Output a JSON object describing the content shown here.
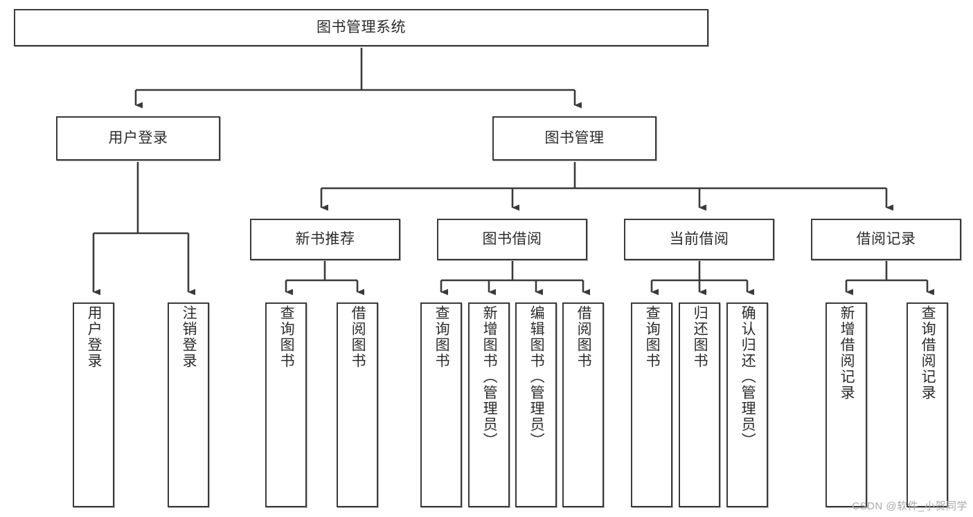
{
  "diagram": {
    "type": "tree-hierarchy-chart",
    "title": "图书管理系统",
    "line_color": "#3a3a3a",
    "box_fill": "#ffffff",
    "text_color": "#2b2b2b",
    "levels": {
      "level1": [
        {
          "id": "root",
          "label": "图书管理系统",
          "orientation": "horizontal"
        }
      ],
      "level2": [
        {
          "id": "user-login",
          "label": "用户登录",
          "orientation": "horizontal"
        },
        {
          "id": "book-manage",
          "label": "图书管理",
          "orientation": "horizontal"
        }
      ],
      "level3": [
        {
          "id": "new-book-recommend",
          "label": "新书推荐",
          "orientation": "horizontal"
        },
        {
          "id": "book-borrow",
          "label": "图书借阅",
          "orientation": "horizontal"
        },
        {
          "id": "current-borrow",
          "label": "当前借阅",
          "orientation": "horizontal"
        },
        {
          "id": "borrow-record",
          "label": "借阅记录",
          "orientation": "horizontal"
        }
      ],
      "leaves": [
        {
          "id": "leaf-user-login",
          "label": "用户登录",
          "parent": "user-login"
        },
        {
          "id": "leaf-user-logout",
          "label": "注销登录",
          "parent": "user-login"
        },
        {
          "id": "leaf-query-book-1",
          "label": "查询图书",
          "parent": "new-book-recommend"
        },
        {
          "id": "leaf-borrow-book-1",
          "label": "借阅图书",
          "parent": "new-book-recommend"
        },
        {
          "id": "leaf-query-book-2",
          "label": "查询图书",
          "parent": "book-borrow"
        },
        {
          "id": "leaf-add-book",
          "label": "新增图书（管理员）",
          "parent": "book-borrow"
        },
        {
          "id": "leaf-edit-book",
          "label": "编辑图书（管理员）",
          "parent": "book-borrow"
        },
        {
          "id": "leaf-borrow-book-2",
          "label": "借阅图书",
          "parent": "book-borrow"
        },
        {
          "id": "leaf-query-book-3",
          "label": "查询图书",
          "parent": "current-borrow"
        },
        {
          "id": "leaf-return-book",
          "label": "归还图书",
          "parent": "current-borrow"
        },
        {
          "id": "leaf-confirm-return",
          "label": "确认归还（管理员）",
          "parent": "current-borrow"
        },
        {
          "id": "leaf-add-record",
          "label": "新增借阅记录",
          "parent": "borrow-record"
        },
        {
          "id": "leaf-query-record",
          "label": "查询借阅记录",
          "parent": "borrow-record"
        }
      ]
    }
  },
  "watermark": {
    "text": "CSDN @软件_小贺同学"
  }
}
